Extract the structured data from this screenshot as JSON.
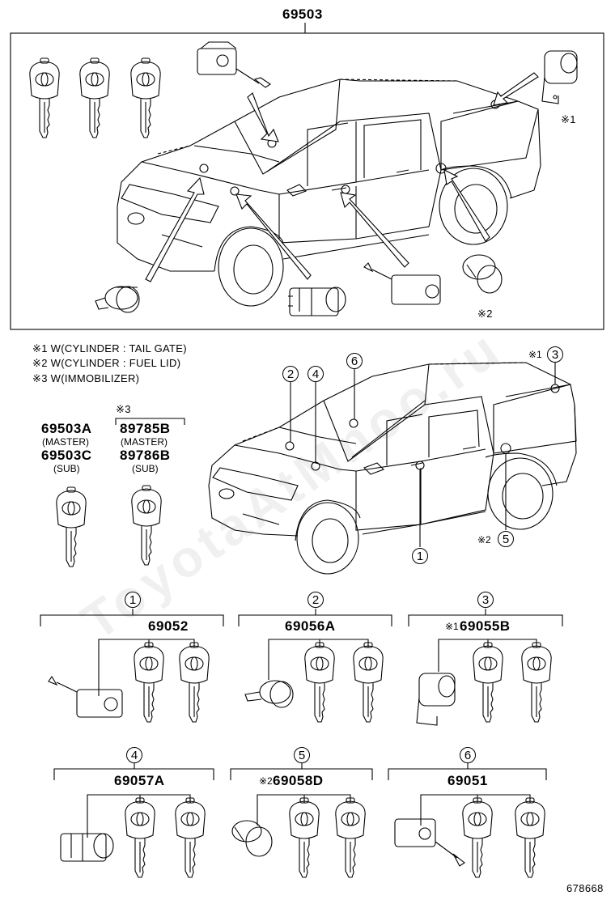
{
  "main_part": "69503",
  "notes": [
    "※1  W(CYLINDER : TAIL GATE)",
    "※2  W(CYLINDER : FUEL LID)",
    "※3  W(IMMOBILIZER)"
  ],
  "top_marks": {
    "tailgate": "※1",
    "fuel": "※2"
  },
  "key_sets": {
    "left": {
      "code_a": "69503A",
      "role_a": "(MASTER)",
      "code_c": "69503C",
      "role_c": "(SUB)"
    },
    "right": {
      "mark": "※3",
      "code_b": "89785B",
      "role_b": "(MASTER)",
      "code_d": "89786B",
      "role_d": "(SUB)"
    }
  },
  "callouts": [
    {
      "num": "1"
    },
    {
      "num": "2"
    },
    {
      "num": "3"
    },
    {
      "num": "4"
    },
    {
      "num": "5"
    },
    {
      "num": "6"
    }
  ],
  "callout_marks": {
    "tailgate": "※1",
    "fuel": "※2"
  },
  "groups": [
    {
      "num": "1",
      "part": "69052"
    },
    {
      "num": "2",
      "part": "69056A"
    },
    {
      "num": "3",
      "part": "69055B",
      "mark": "※1"
    },
    {
      "num": "4",
      "part": "69057A"
    },
    {
      "num": "5",
      "part": "69058D",
      "mark": "※2"
    },
    {
      "num": "6",
      "part": "69051"
    }
  ],
  "watermark": "ToyotaAtMnoo.ru",
  "figure_id": "678668"
}
